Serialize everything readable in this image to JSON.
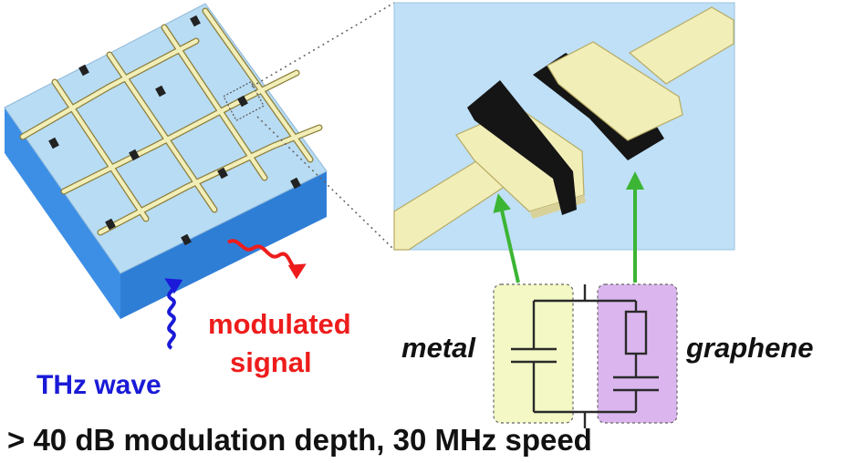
{
  "labels": {
    "thz_wave": "THz wave",
    "modulated_line1": "modulated",
    "modulated_line2": "signal",
    "metal": "metal",
    "graphene": "graphene",
    "caption": "> 40 dB modulation depth, 30 MHz speed"
  },
  "colors": {
    "substrate_top": "#b8dcf4",
    "substrate_side": "#3d8fe6",
    "gold": "#f2eeb8",
    "graphene_black": "#151515",
    "arrow_green": "#3cb534",
    "thz_blue": "#1a1ad8",
    "signal_red": "#ee1c1c",
    "metal_box": "#f3f8c4",
    "graphene_box": "#dbb6ee"
  }
}
